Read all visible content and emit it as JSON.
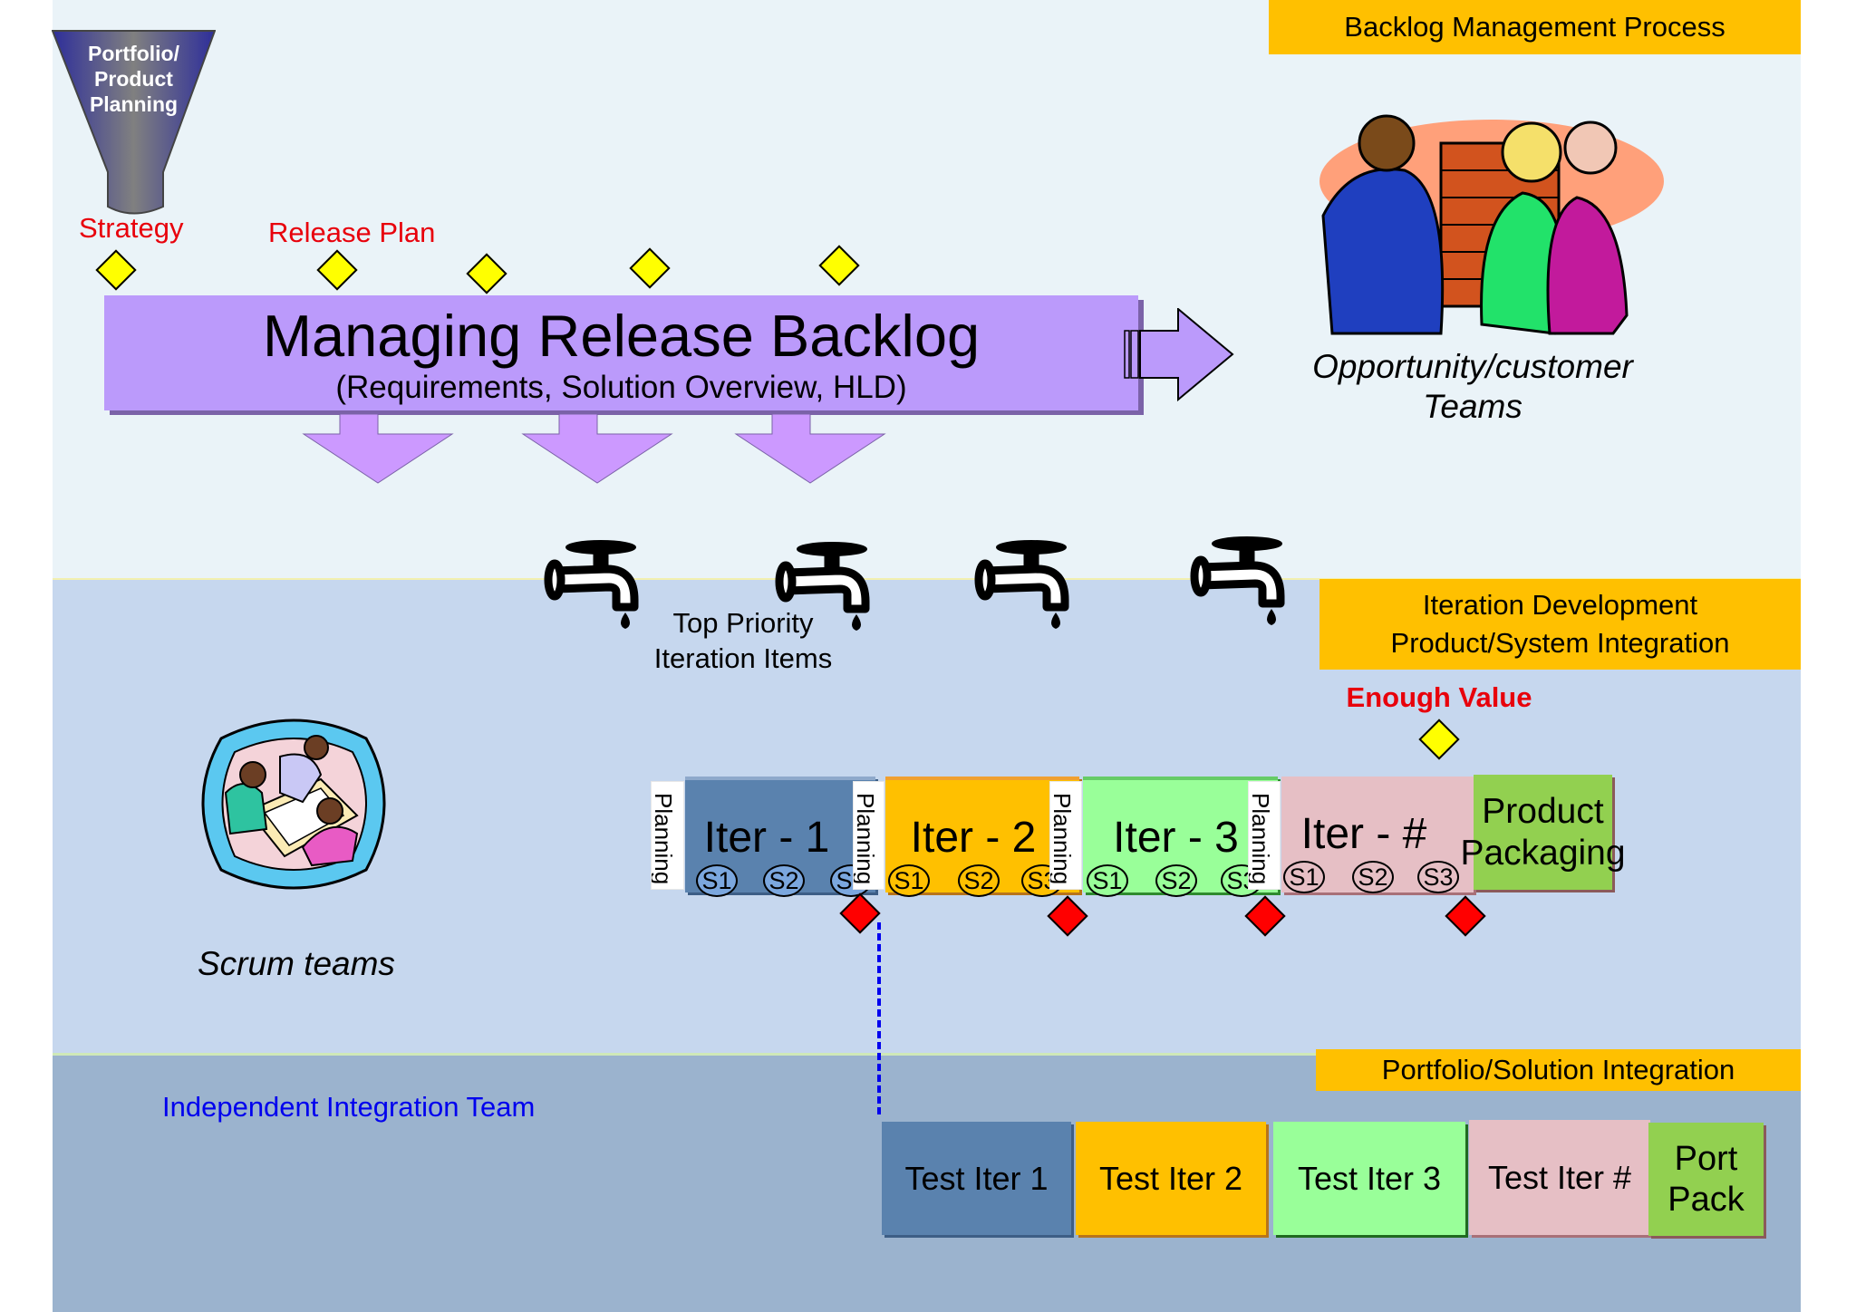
{
  "sections": {
    "top_banner": "Backlog Management Process",
    "middle_banner_line1": "Iteration Development",
    "middle_banner_line2": "Product/System Integration",
    "bottom_banner": "Portfolio/Solution Integration"
  },
  "funnel": {
    "line1": "Portfolio/",
    "line2": "Product",
    "line3": "Planning"
  },
  "labels": {
    "strategy": "Strategy",
    "release_plan": "Release Plan",
    "top_priority_line1": "Top Priority",
    "top_priority_line2": "Iteration Items",
    "enough_value": "Enough Value",
    "scrum_teams": "Scrum teams",
    "opportunity_line1": "Opportunity/customer",
    "opportunity_line2": "Teams",
    "integration_team": "Independent Integration Team"
  },
  "backlog": {
    "title": "Managing Release Backlog",
    "subtitle": "(Requirements, Solution Overview, HLD)"
  },
  "iterations": [
    {
      "label": "Iter - 1",
      "planning": "Planning",
      "sprints": [
        "S1",
        "S2",
        "S3"
      ],
      "color": "#5A82AE",
      "bubble": "#7BA7DE"
    },
    {
      "label": "Iter - 2",
      "planning": "Planning",
      "sprints": [
        "S1",
        "S2",
        "S3"
      ],
      "color": "#FFC000",
      "bubble": "#FFC000"
    },
    {
      "label": "Iter - 3",
      "planning": "Planning",
      "sprints": [
        "S1",
        "S2",
        "S3"
      ],
      "color": "#99FF99",
      "bubble": "#99FF99"
    },
    {
      "label": "Iter - #",
      "planning": "Planning",
      "sprints": [
        "S1",
        "S2",
        "S3"
      ],
      "color": "#E6BFC5",
      "bubble": "#E6BFC5"
    }
  ],
  "packaging": {
    "line1": "Product",
    "line2": "Packaging",
    "color": "#92D050"
  },
  "tests": [
    {
      "label": "Test Iter 1",
      "color": "#5A82AE"
    },
    {
      "label": "Test Iter 2",
      "color": "#FFC000"
    },
    {
      "label": "Test Iter 3",
      "color": "#99FF99"
    },
    {
      "label": "Test Iter #",
      "color": "#E6BFC5"
    }
  ],
  "port_pack": {
    "line1": "Port",
    "line2": "Pack",
    "color": "#92D050"
  },
  "colors": {
    "banner": "#FFC000",
    "milestone_yellow": "#FFFF00",
    "milestone_red": "#FF0000",
    "backlog_purple": "#BB9AFB",
    "link_blue": "#0000EE"
  }
}
